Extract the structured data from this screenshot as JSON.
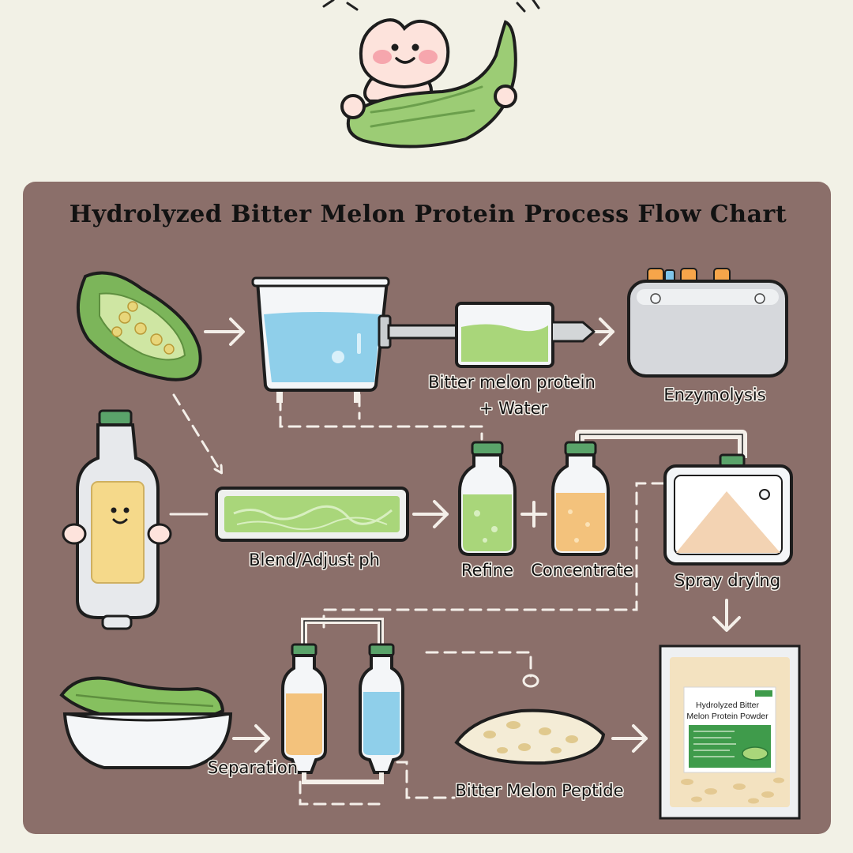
{
  "title": "Hydrolyzed Bitter Melon Protein Process Flow Chart",
  "steps": {
    "protein_water_line1": "Bitter melon protein",
    "protein_water_line2": "+ Water",
    "enzymolysis": "Enzymolysis",
    "blend": "Blend/Adjust ph",
    "refine": "Refine",
    "concentrate": "Concentrate",
    "spray_drying": "Spray drying",
    "separation": "Separation",
    "peptide": "Bitter Melon Peptide"
  },
  "package": {
    "line1": "Hydrolyzed Bitter",
    "line2": "Melon Protein Powder"
  },
  "colors": {
    "panel": "#8b6f6a",
    "background": "#f2f1e6",
    "melon_green": "#8ec667",
    "water_blue": "#8fcfea",
    "amber": "#f3c27c",
    "arrow": "#f4efe9"
  }
}
